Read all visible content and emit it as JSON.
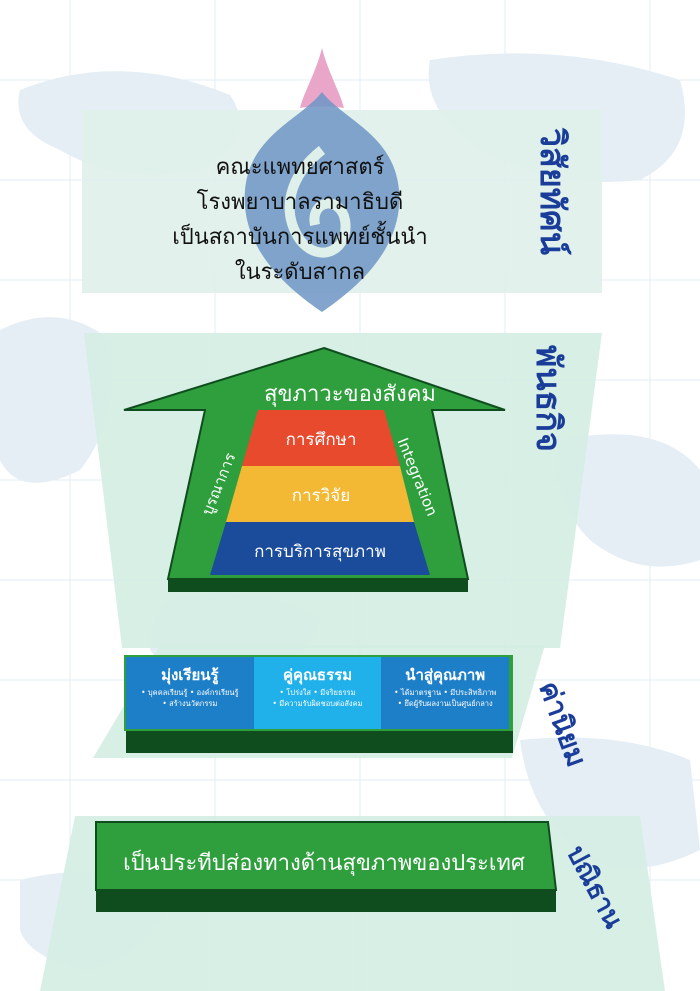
{
  "colors": {
    "green": "#2e9f3c",
    "green_dark": "#0f4d1e",
    "red": "#e84a2e",
    "yellow": "#f3b934",
    "blue": "#1b4c9c",
    "value_blue": "#1e7fc9",
    "value_light": "#20b0ea",
    "label_blue": "#1a3d9a"
  },
  "vision": {
    "label": "วิสัยทัศน์",
    "lines": [
      "คณะแพทยศาสตร์",
      "โรงพยาบาลรามาธิบดี",
      "เป็นสถาบันการแพทย์ชั้นนำ",
      "ในระดับสากล"
    ]
  },
  "mission": {
    "label": "พันธกิจ",
    "arrow_title": "สุขภาวะของสังคม",
    "layers": [
      "การศึกษา",
      "การวิจัย",
      "การบริการสุขภาพ"
    ],
    "left_side": "บูรณาการ",
    "right_side": "Integration"
  },
  "values": {
    "label": "ค่านิยม",
    "items": [
      {
        "title": "มุ่งเรียนรู้",
        "sub1": "• บุคคลเรียนรู้ • องค์กรเรียนรู้",
        "sub2": "• สร้างนวัตกรรม"
      },
      {
        "title": "คู่คุณธรรม",
        "sub1": "• โปร่งใส • มีจริยธรรม",
        "sub2": "• มีความรับผิดชอบต่อสังคม"
      },
      {
        "title": "นำสู่คุณภาพ",
        "sub1": "• ได้มาตรฐาน • มีประสิทธิภาพ",
        "sub2": "• ยึดผู้รับผลงานเป็นศูนย์กลาง"
      }
    ]
  },
  "commitment": {
    "label": "ปณิธาน",
    "text": "เป็นประทีปส่องทางด้านสุขภาพของประเทศ"
  }
}
